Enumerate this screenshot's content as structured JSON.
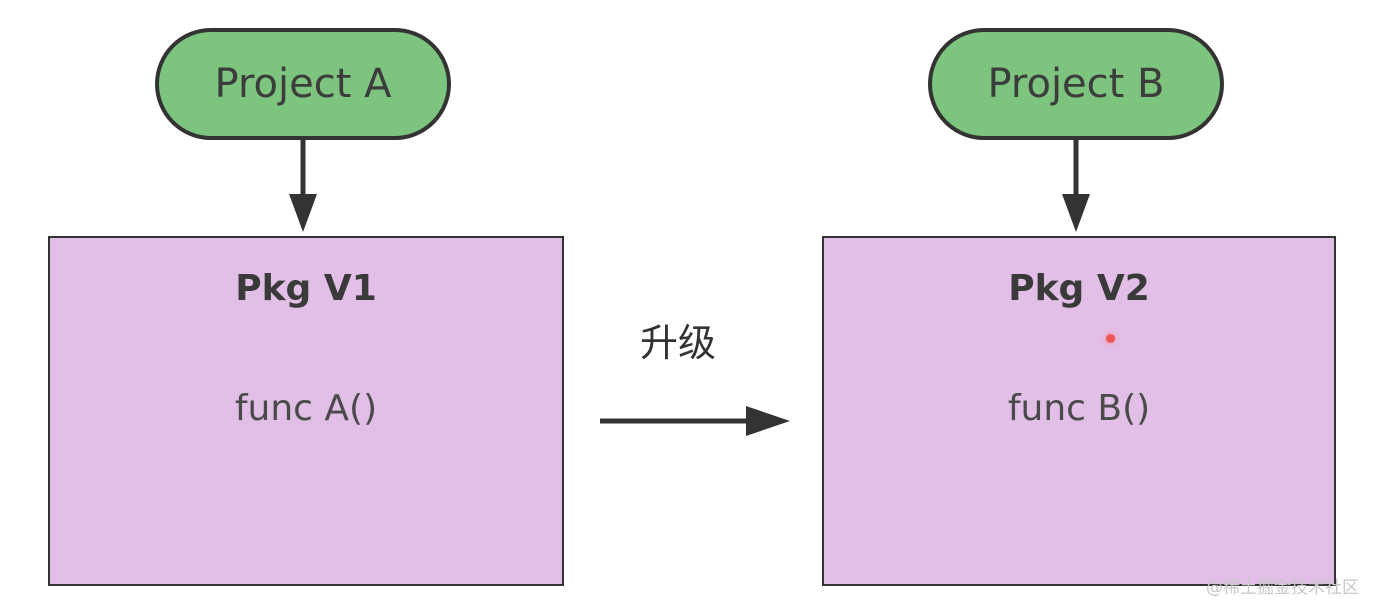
{
  "nodes": {
    "project_a": "Project A",
    "project_b": "Project B",
    "pkg_v1": {
      "title": "Pkg V1",
      "func": "func A()"
    },
    "pkg_v2": {
      "title": "Pkg V2",
      "func": "func B()"
    }
  },
  "edge_label": "升级",
  "watermark": "@稀土掘金技术社区",
  "colors": {
    "project_fill": "#7dc47f",
    "package_fill": "#e2bfe6",
    "stroke": "#333333"
  }
}
